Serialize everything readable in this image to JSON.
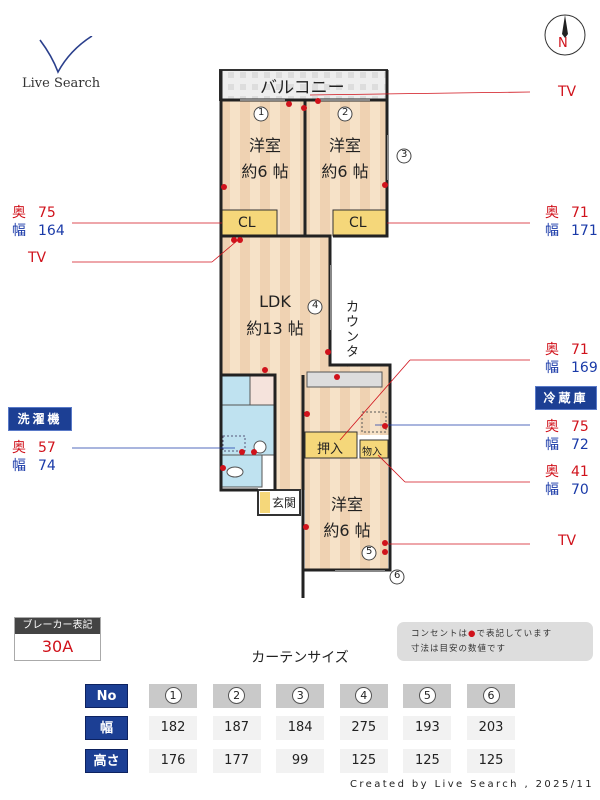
{
  "logo": {
    "text": "Live Search"
  },
  "compass": {
    "label": "N"
  },
  "plan": {
    "balcony": "バルコニー",
    "rooms": [
      {
        "name": "洋室",
        "size": "約6 帖"
      },
      {
        "name": "洋室",
        "size": "約6 帖"
      },
      {
        "name": "LDK",
        "size": "約13 帖"
      },
      {
        "name": "洋室",
        "size": "約6 帖"
      }
    ],
    "closets": [
      "CL",
      "CL"
    ],
    "oshiire": "押入",
    "monoire": "物入",
    "genkan": "玄関",
    "counter": "カウンター",
    "window_numbers": [
      "1",
      "2",
      "3",
      "4",
      "5",
      "6"
    ]
  },
  "left_labels": {
    "cl1": {
      "depth_label": "奥",
      "depth": "75",
      "width_label": "幅",
      "width": "164"
    },
    "tv": "TV",
    "washer": {
      "tag": "洗濯機",
      "depth_label": "奥",
      "depth": "57",
      "width_label": "幅",
      "width": "74"
    }
  },
  "right_labels": {
    "tv_top": "TV",
    "cl2": {
      "depth_label": "奥",
      "depth": "71",
      "width_label": "幅",
      "width": "171"
    },
    "oshiire": {
      "depth_label": "奥",
      "depth": "71",
      "width_label": "幅",
      "width": "169"
    },
    "fridge": {
      "tag": "冷蔵庫",
      "depth_label": "奥",
      "depth": "75",
      "width_label": "幅",
      "width": "72"
    },
    "monoire": {
      "depth_label": "奥",
      "depth": "41",
      "width_label": "幅",
      "width": "70"
    },
    "tv_bottom": "TV"
  },
  "breaker": {
    "title": "ブレーカー表記",
    "value": "30A"
  },
  "note": {
    "line1_pre": "コンセントは",
    "line1_post": "で表記しています",
    "line2": "寸法は目安の数値です"
  },
  "curtain": {
    "title": "カーテンサイズ",
    "row_headers": [
      "No",
      "幅",
      "高さ"
    ],
    "numbers": [
      "1",
      "2",
      "3",
      "4",
      "5",
      "6"
    ],
    "widths": [
      "182",
      "187",
      "184",
      "275",
      "193",
      "203"
    ],
    "heights": [
      "176",
      "177",
      "99",
      "125",
      "125",
      "125"
    ]
  },
  "footer": {
    "credit": "Created by Live Search , 2025/11"
  },
  "colors": {
    "outlet": "#d0121b",
    "header_blue": "#1c3f94",
    "floor": "#f3dcc0",
    "closet": "#f5d77a",
    "wet": "#bfe2f0"
  }
}
